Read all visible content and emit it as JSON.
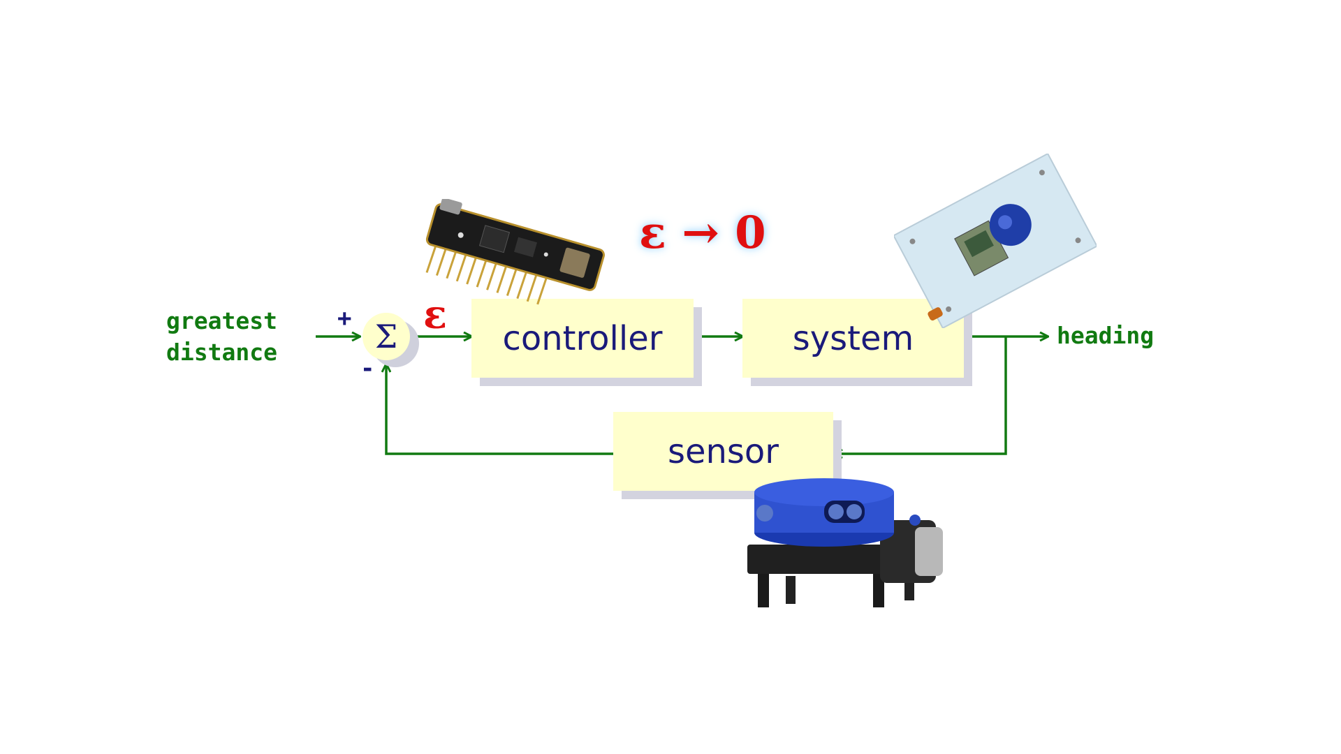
{
  "diagram": {
    "input_label_line1": "greatest",
    "input_label_line2": "distance",
    "output_label": "heading",
    "summer_symbol": "Σ",
    "plus_sign": "+",
    "minus_sign": "-",
    "error_symbol": "ε",
    "goal_text": "ε → 0",
    "blocks": {
      "controller": "controller",
      "system": "system",
      "sensor": "sensor"
    }
  },
  "colors": {
    "arrow": "#117a11",
    "block_fill": "#ffffcc",
    "block_text": "#1a1a7a",
    "error": "#e01010"
  },
  "icons": [
    "microcontroller-board-photo",
    "motor-mount-photo",
    "lidar-sensor-photo"
  ]
}
